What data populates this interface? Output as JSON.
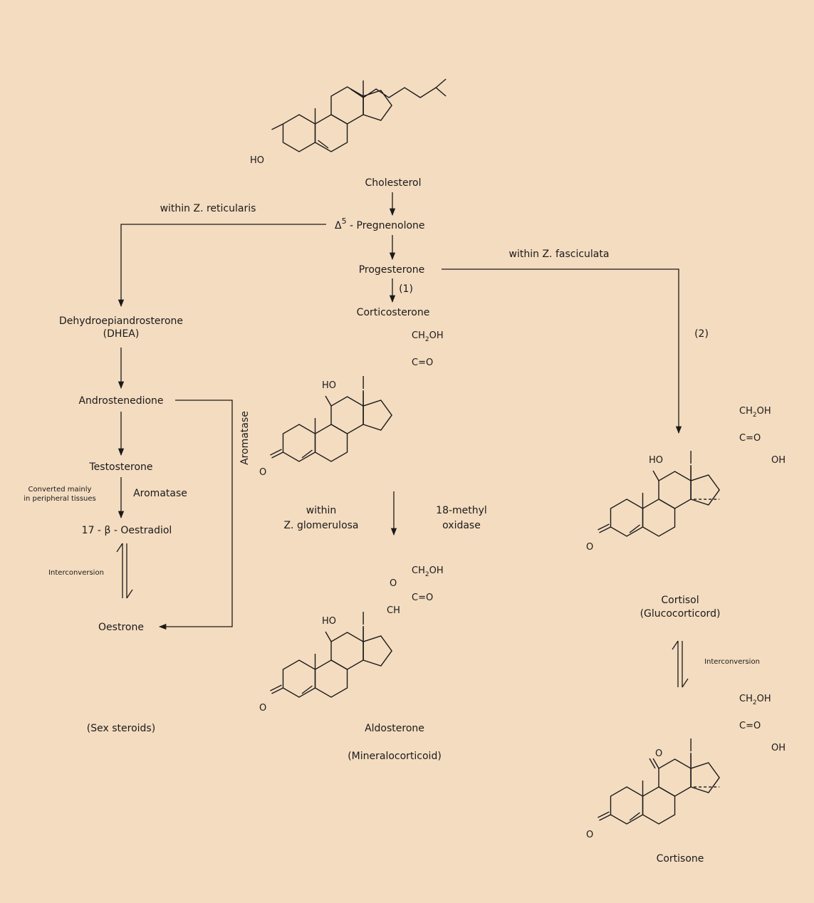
{
  "compounds": {
    "cholesterol": "Cholesterol",
    "pregnenolone_prefix": "Δ",
    "pregnenolone_sup": "5",
    "pregnenolone": " - Pregnenolone",
    "progesterone": "Progesterone",
    "corticosterone": "Corticosterone",
    "dhea_line1": "Dehydroepiandrosterone",
    "dhea_line2": "(DHEA)",
    "androstenedione": "Androstenedione",
    "testosterone": "Testosterone",
    "oestradiol": "17 - β - Oestradiol",
    "oestrone": "Oestrone",
    "sex_steroids": "(Sex steroids)",
    "aldosterone": "Aldosterone",
    "mineralocorticoid": "(Mineralocorticoid)",
    "cortisol": "Cortisol",
    "glucocorticoid": "(Glucocorticord)",
    "cortisone": "Cortisone"
  },
  "annotations": {
    "reticularis": "within Z. reticularis",
    "fasciculata": "within Z. fasciculata",
    "step1": "(1)",
    "step2": "(2)",
    "aromatase_vertical": "Aromatase",
    "aromatase": "Aromatase",
    "converted_line1": "Converted mainly",
    "converted_line2": "in peripheral tissues",
    "interconversion_left": "Interconversion",
    "interconversion_right": "Interconversion",
    "glomerulosa_line1": "within",
    "glomerulosa_line2": "Z. glomerulosa",
    "oxidase_line1": "18-methyl",
    "oxidase_line2": "oxidase"
  },
  "groups": {
    "ho": "HO",
    "oh": "OH",
    "o": "O",
    "ch2oh_ch": "CH",
    "ch2oh_sub": "2",
    "ch2oh_tail": "OH",
    "co": "C=O",
    "ch": "CH"
  }
}
